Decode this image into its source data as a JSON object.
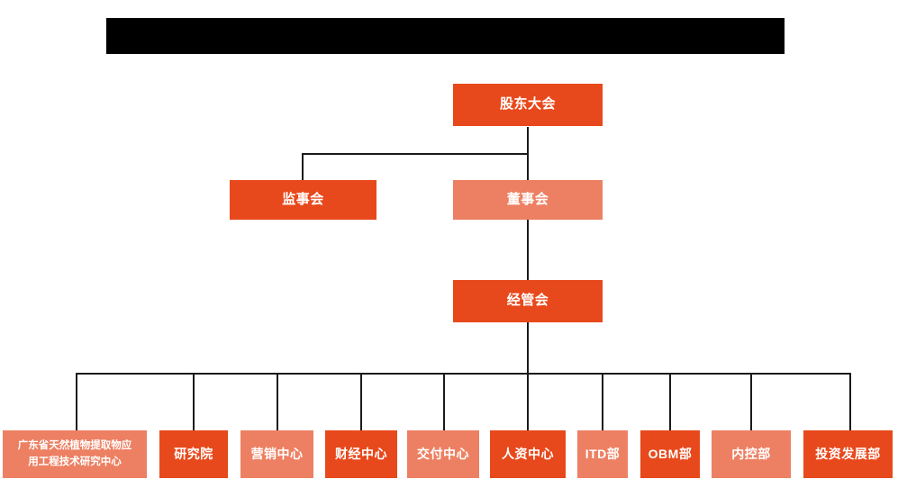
{
  "page": {
    "background_color": "#ffffff",
    "title_banner": {
      "name": "redacted-title-banner",
      "color": "#000000",
      "text": ""
    }
  },
  "theme": {
    "dark_orange": "#E8491C",
    "light_orange": "#ED8063",
    "connector_color": "#1a1a1a",
    "node_text_color": "#ffffff"
  },
  "chart": {
    "type": "org-chart",
    "levels": [
      {
        "level": 1,
        "nodes": [
          {
            "id": "shareholders",
            "label": "股东大会",
            "tone": "dark"
          }
        ]
      },
      {
        "level": 2,
        "nodes": [
          {
            "id": "supervisors",
            "label": "监事会",
            "tone": "dark"
          },
          {
            "id": "directors",
            "label": "董事会",
            "tone": "light"
          }
        ]
      },
      {
        "level": 3,
        "nodes": [
          {
            "id": "management",
            "label": "经管会",
            "tone": "dark"
          }
        ]
      },
      {
        "level": 4,
        "nodes": [
          {
            "id": "dept-1",
            "label": "广东省天然植物提取物应\n用工程技术研究中心",
            "line1": "广东省天然植物提取物应",
            "line2": "用工程技术研究中心",
            "tone": "light"
          },
          {
            "id": "dept-2",
            "label": "研究院",
            "tone": "dark"
          },
          {
            "id": "dept-3",
            "label": "营销中心",
            "tone": "light"
          },
          {
            "id": "dept-4",
            "label": "财经中心",
            "tone": "dark"
          },
          {
            "id": "dept-5",
            "label": "交付中心",
            "tone": "light"
          },
          {
            "id": "dept-6",
            "label": "人资中心",
            "tone": "dark"
          },
          {
            "id": "dept-7",
            "label": "ITD部",
            "tone": "light"
          },
          {
            "id": "dept-8",
            "label": "OBM部",
            "tone": "dark"
          },
          {
            "id": "dept-9",
            "label": "内控部",
            "tone": "light"
          },
          {
            "id": "dept-10",
            "label": "投资发展部",
            "tone": "dark"
          }
        ]
      }
    ],
    "edges": [
      {
        "from": "shareholders",
        "to": "supervisors"
      },
      {
        "from": "shareholders",
        "to": "directors"
      },
      {
        "from": "directors",
        "to": "management"
      },
      {
        "from": "management",
        "to": "dept-1"
      },
      {
        "from": "management",
        "to": "dept-2"
      },
      {
        "from": "management",
        "to": "dept-3"
      },
      {
        "from": "management",
        "to": "dept-4"
      },
      {
        "from": "management",
        "to": "dept-5"
      },
      {
        "from": "management",
        "to": "dept-6"
      },
      {
        "from": "management",
        "to": "dept-7"
      },
      {
        "from": "management",
        "to": "dept-8"
      },
      {
        "from": "management",
        "to": "dept-9"
      },
      {
        "from": "management",
        "to": "dept-10"
      }
    ]
  }
}
